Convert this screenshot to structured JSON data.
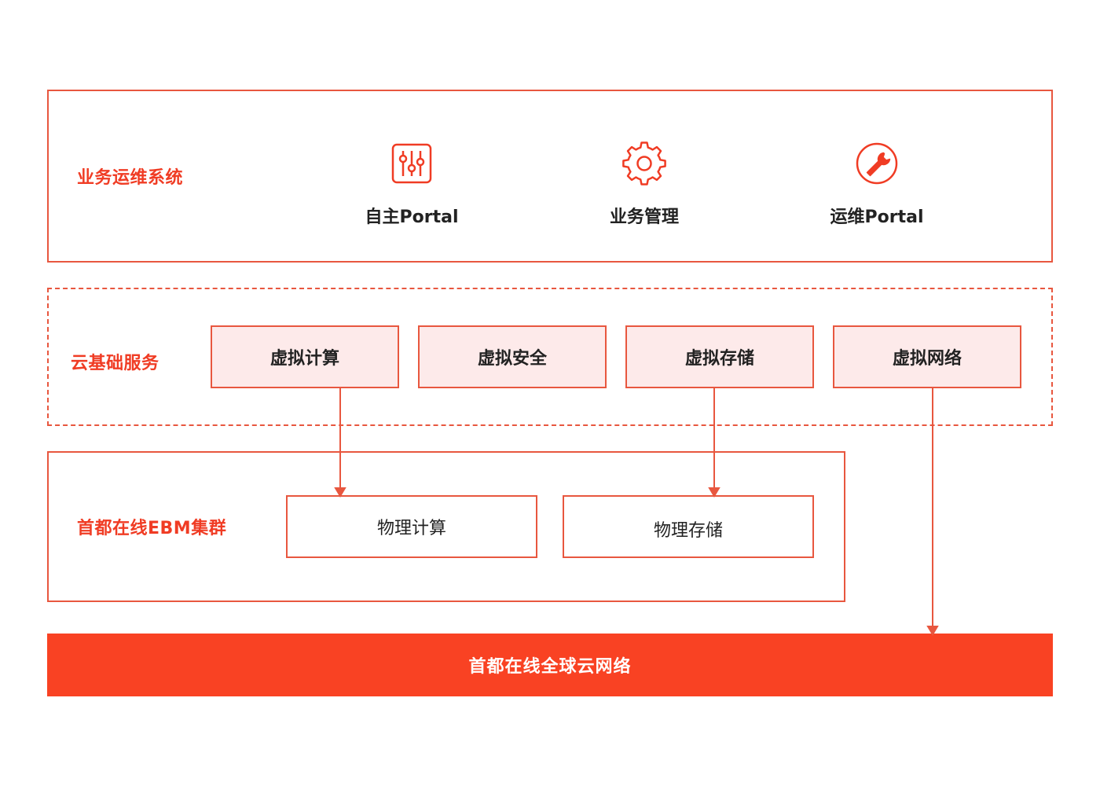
{
  "ops_system": {
    "label": "业务运维系统",
    "items": [
      {
        "label": "自主Portal",
        "icon": "sliders-icon"
      },
      {
        "label": "业务管理",
        "icon": "gear-icon"
      },
      {
        "label": "运维Portal",
        "icon": "wrench-icon"
      }
    ]
  },
  "cloud_services": {
    "label": "云基础服务",
    "items": [
      "虚拟计算",
      "虚拟安全",
      "虚拟存储",
      "虚拟网络"
    ]
  },
  "ebm_cluster": {
    "label": "首都在线EBM集群",
    "items": [
      "物理计算",
      "物理存储"
    ]
  },
  "global_network": {
    "label": "首都在线全球云网络"
  },
  "colors": {
    "accent": "#f03c24",
    "border": "#e8573f",
    "service_fill": "#fdeaea",
    "network_bar": "#f94223"
  }
}
